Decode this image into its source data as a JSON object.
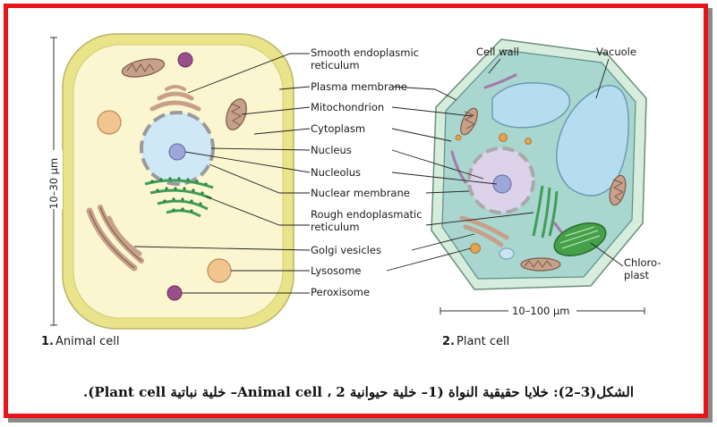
{
  "labels": {
    "smooth_er_1": "Smooth endoplasmic",
    "smooth_er_2": "reticulum",
    "plasma_membrane": "Plasma membrane",
    "mitochondrion": "Mitochondrion",
    "cytoplasm": "Cytoplasm",
    "nucleus": "Nucleus",
    "nucleolus": "Nucleolus",
    "nuclear_membrane": "Nuclear membrane",
    "rough_er_1": "Rough endoplasmatic",
    "rough_er_2": "reticulum",
    "golgi": "Golgi vesicles",
    "lysosome": "Lysosome",
    "peroxisome": "Peroxisome",
    "cell_wall": "Cell wall",
    "vacuole": "Vacuole",
    "chloroplast_1": "Chloro-",
    "chloroplast_2": "plast"
  },
  "scales": {
    "animal": "10–30 µm",
    "plant": "10–100 µm"
  },
  "captions": {
    "animal_num": "1.",
    "animal": "Animal cell",
    "plant_num": "2.",
    "plant": "Plant cell"
  },
  "figure_caption": "الشكل(3–2): خلايا حقيقية النواة (1– خلية حيوانية Animal cell ، 2– خلية نباتية Plant cell).",
  "colors": {
    "frame": "#e8141b",
    "animal_membrane": "#e9e48a",
    "animal_cytoplasm": "#fbf6d0",
    "plant_wall": "#d6ecdc",
    "plant_cytoplasm": "#a9d6cf",
    "nucleus": "#cfe8f6",
    "vacuole": "#b5dcef",
    "chloroplast": "#44a14a",
    "lysosome": "#f2c48e",
    "peroxisome": "#9a4f8c",
    "mitochondrion": "#c7a08a"
  }
}
